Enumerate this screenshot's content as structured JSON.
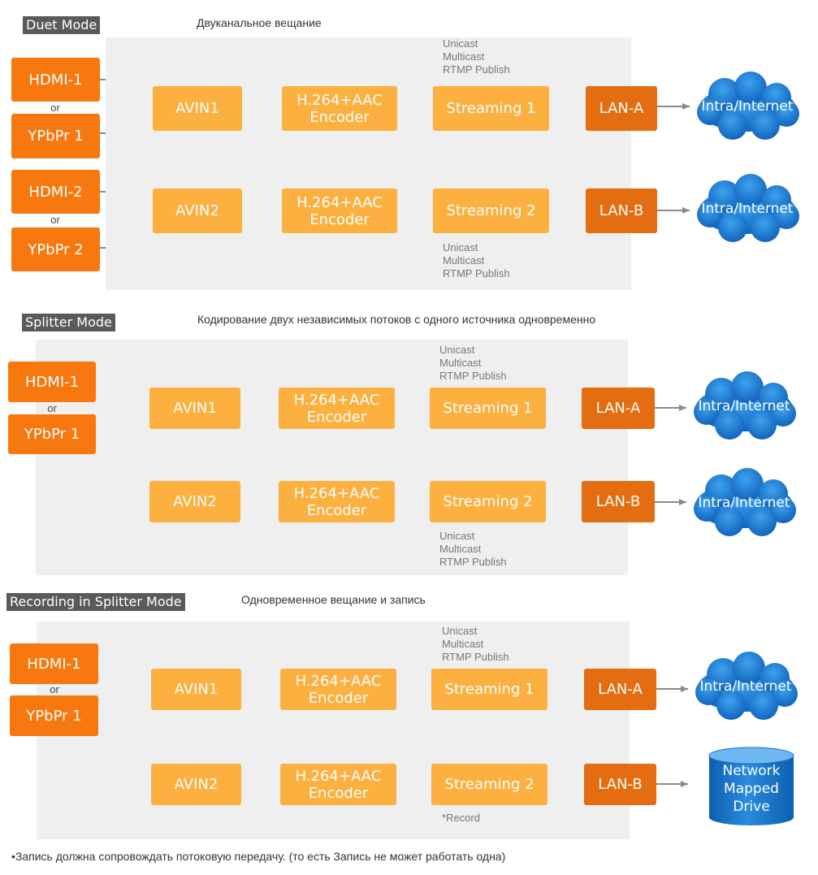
{
  "sections": {
    "duet": {
      "tag": "Duet Mode",
      "desc": "Двуканальное вещание",
      "src1a": "HDMI-1",
      "or1": "or",
      "src1b": "YPbPr 1",
      "src2a": "HDMI-2",
      "or2": "or",
      "src2b": "YPbPr 2",
      "avin1": "AVIN1",
      "avin2": "AVIN2",
      "enc1": "H.264+AAC\nEncoder",
      "enc2": "H.264+AAC\nEncoder",
      "stream1": "Streaming 1",
      "stream2": "Streaming 2",
      "lan1": "LAN-A",
      "lan2": "LAN-B",
      "cloud1": "Intra/Internet",
      "cloud2": "Intra/Internet",
      "note1": "Unicast\nMulticast\nRTMP Publish",
      "note2": "Unicast\nMulticast\nRTMP Publish"
    },
    "splitter": {
      "tag": "Splitter Mode",
      "desc": "Кодирование двух независимых потоков с одного источника одновременно",
      "src1a": "HDMI-1",
      "or1": "or",
      "src1b": "YPbPr 1",
      "avin1": "AVIN1",
      "avin2": "AVIN2",
      "enc1": "H.264+AAC\nEncoder",
      "enc2": "H.264+AAC\nEncoder",
      "stream1": "Streaming 1",
      "stream2": "Streaming 2",
      "lan1": "LAN-A",
      "lan2": "LAN-B",
      "cloud1": "Intra/Internet",
      "cloud2": "Intra/Internet",
      "note1": "Unicast\nMulticast\nRTMP Publish",
      "note2": "Unicast\nMulticast\nRTMP Publish"
    },
    "recording": {
      "tag": "Recording in Splitter Mode",
      "desc": "Одновременное вещание и запись",
      "src1a": "HDMI-1",
      "or1": "or",
      "src1b": "YPbPr 1",
      "avin1": "AVIN1",
      "avin2": "AVIN2",
      "enc1": "H.264+AAC\nEncoder",
      "enc2": "H.264+AAC\nEncoder",
      "stream1": "Streaming 1",
      "stream2": "Streaming 2",
      "lan1": "LAN-A",
      "lan2": "LAN-B",
      "cloud1": "Intra/Internet",
      "drive": "Network\nMapped\nDrive",
      "note1": "Unicast\nMulticast\nRTMP Publish",
      "note2": "*Record"
    }
  },
  "footer": "•Запись должна сопровождать потоковую передачу. (то есть Запись не может работать одна)",
  "colors": {
    "source": "#f7780f",
    "stage": "#fbb040",
    "lan": "#e36d10",
    "cloud": "#1a7fd0",
    "panel": "#efefef",
    "tag_bg": "#5a5a5a",
    "wire": "#8a8a8a"
  }
}
